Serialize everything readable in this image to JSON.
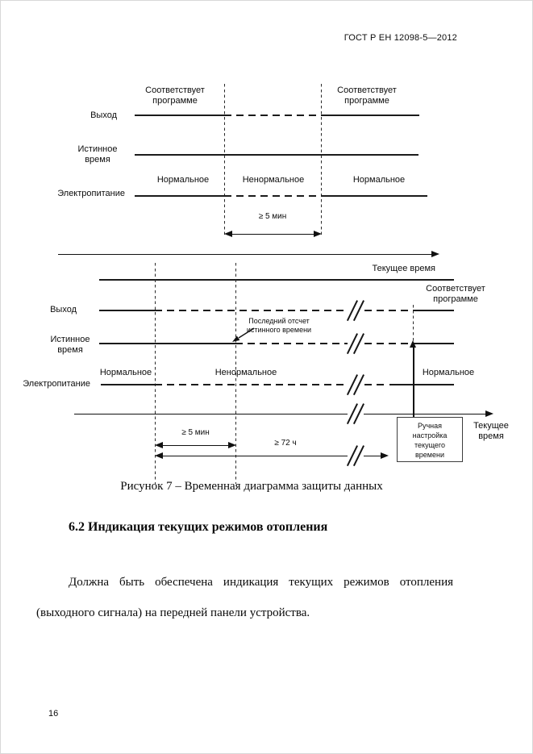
{
  "header": {
    "doc_number": "ГОСТ Р ЕН 12098-5—2012"
  },
  "figure": {
    "caption": "Рисунок 7 – Временная диаграмма защиты данных",
    "diagram1": {
      "output_label": "Выход",
      "true_time_label": "Истинное\nвремя",
      "power_label": "Электропитание",
      "program_state_left": "Соответствует\nпрограмме",
      "program_state_right": "Соответствует\nпрограмме",
      "power_state_left": "Нормальное",
      "power_state_mid": "Ненормальное",
      "power_state_right": "Нормальное",
      "min5": "≥ 5 мин",
      "axis_label": "Текущее время"
    },
    "diagram2": {
      "output_label": "Выход",
      "true_time_label": "Истинное\nвремя",
      "power_label": "Электропитание",
      "last_count_note": "Последний отсчет\nистинного времени",
      "program_state": "Соответствует\nпрограмме",
      "power_state_left": "Нормальное",
      "power_state_mid": "Ненормальное",
      "power_state_right": "Нормальное",
      "min5": "≥ 5 мин",
      "h72": "≥ 72 ч",
      "manual_set_box": "Ручная\nнастройка\nтекущего\nвремени",
      "axis_label": "Текущее\nвремя"
    }
  },
  "section": {
    "heading": "6.2 Индикация текущих режимов отопления",
    "paragraph_line1": "Должна быть обеспечена индикация текущих режимов отопления",
    "paragraph_line2": "(выходного сигнала) на передней панели устройства."
  },
  "page": {
    "number": "16"
  }
}
